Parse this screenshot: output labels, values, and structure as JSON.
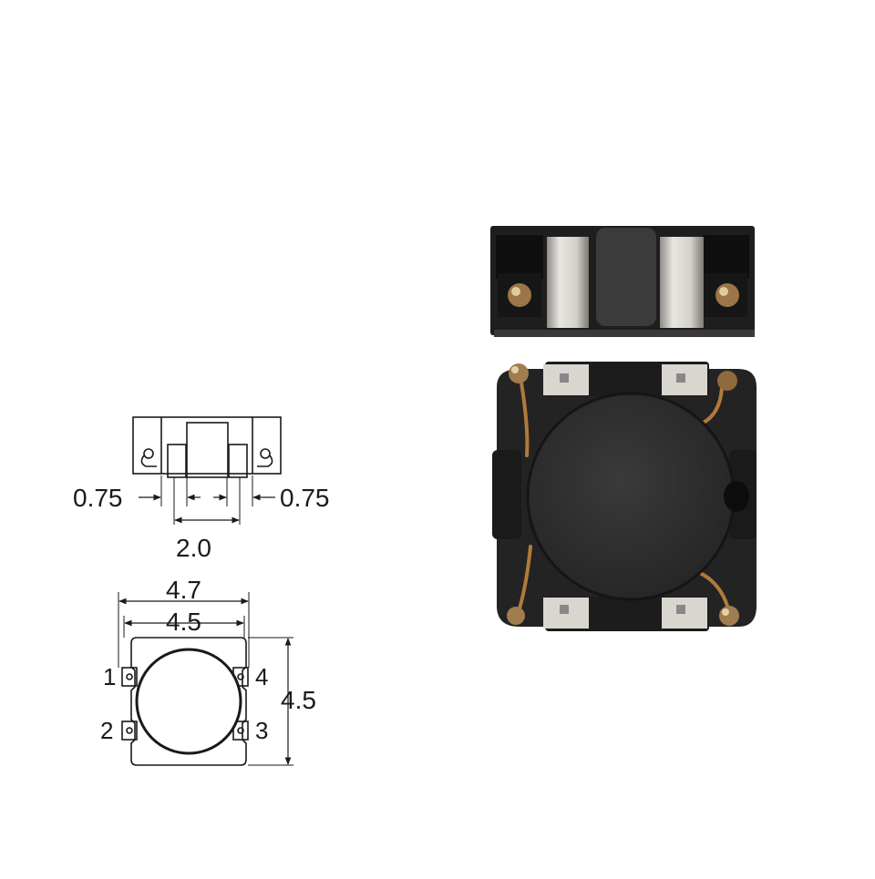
{
  "side_view": {
    "dim_left": "0.75",
    "dim_right": "0.75",
    "dim_center": "2.0"
  },
  "top_view": {
    "dim_width_outer": "4.7",
    "dim_width_inner": "4.5",
    "dim_height": "4.5",
    "pins": [
      "1",
      "2",
      "3",
      "4"
    ]
  },
  "colors": {
    "line": "#1a1a1a",
    "body": "#2b2b2b",
    "body_dark": "#1b1b1b",
    "terminal": "#d9d6cf",
    "wire": "#b07a3c"
  }
}
